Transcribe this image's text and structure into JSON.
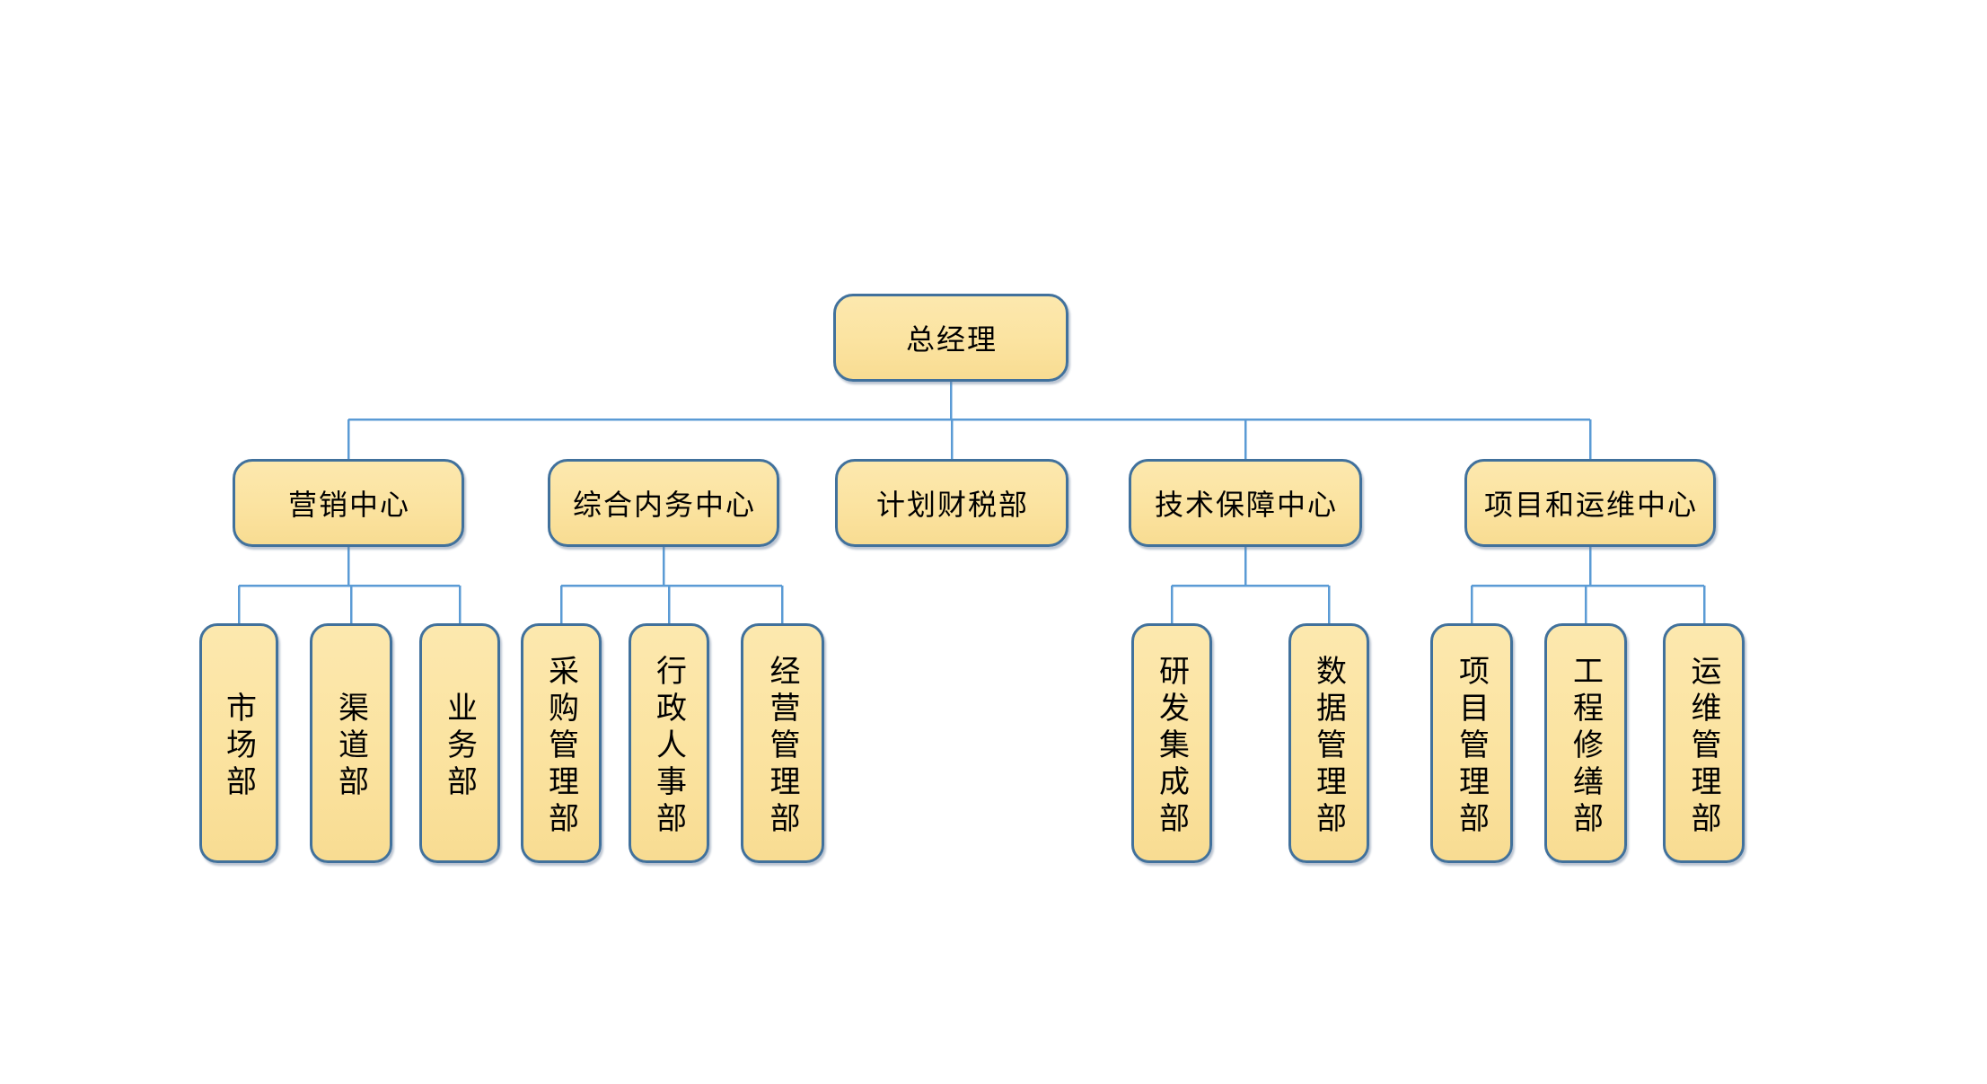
{
  "diagram": {
    "type": "org-chart",
    "root": {
      "label": "总经理"
    },
    "branches": [
      {
        "label": "营销中心",
        "children": [
          {
            "label": "市场部"
          },
          {
            "label": "渠道部"
          },
          {
            "label": "业务部"
          }
        ]
      },
      {
        "label": "综合内务中心",
        "children": [
          {
            "label": "采购管理部"
          },
          {
            "label": "行政人事部"
          },
          {
            "label": "经营管理部"
          }
        ]
      },
      {
        "label": "计划财税部",
        "children": []
      },
      {
        "label": "技术保障中心",
        "children": [
          {
            "label": "研发集成部"
          },
          {
            "label": "数据管理部"
          }
        ]
      },
      {
        "label": "项目和运维中心",
        "children": [
          {
            "label": "项目管理部"
          },
          {
            "label": "工程修缮部"
          },
          {
            "label": "运维管理部"
          }
        ]
      }
    ],
    "colors": {
      "node_fill": "#FBE3A0",
      "node_border": "#41719C",
      "connector": "#5B9BD5",
      "text": "#000000",
      "background": "#FFFFFF"
    }
  }
}
